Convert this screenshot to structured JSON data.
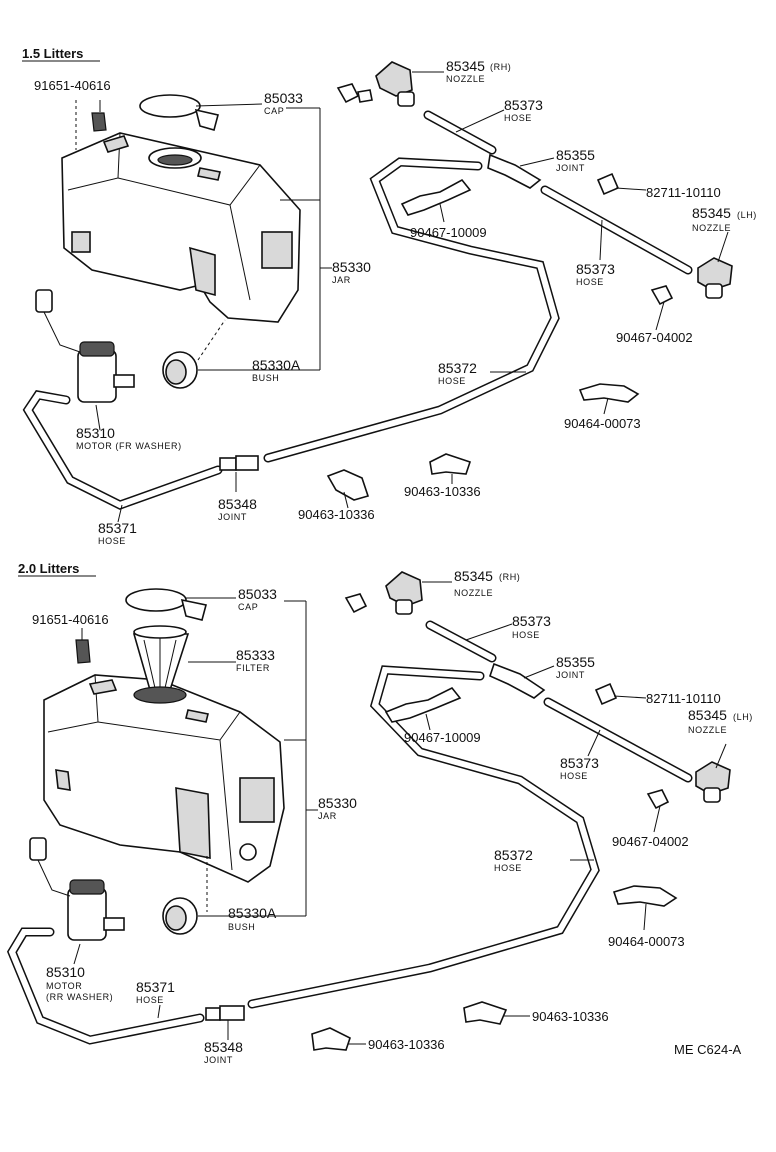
{
  "sections": [
    {
      "title": "1.5 Litters",
      "labels": {
        "bolt": "91651-40616",
        "cap_no": "85033",
        "cap_nm": "CAP",
        "jar_no": "85330",
        "jar_nm": "JAR",
        "bush_no": "85330A",
        "bush_nm": "BUSH",
        "motor_no": "85310",
        "motor_nm": "MOTOR (FR WASHER)",
        "hose371_no": "85371",
        "hose371_nm": "HOSE",
        "joint348_no": "85348",
        "joint348_nm": "JOINT",
        "clamp336a": "90463-10336",
        "clamp336b": "90463-10336",
        "nozzle_rh_no": "85345",
        "nozzle_rh_side": "(RH)",
        "nozzle_rh_nm": "NOZZLE",
        "hose373a_no": "85373",
        "hose373a_nm": "HOSE",
        "joint355_no": "85355",
        "joint355_nm": "JOINT",
        "clip110": "82711-10110",
        "nozzle_lh_no": "85345",
        "nozzle_lh_side": "(LH)",
        "nozzle_lh_nm": "NOZZLE",
        "clamp009": "90467-10009",
        "hose373b_no": "85373",
        "hose373b_nm": "HOSE",
        "clip002": "90467-04002",
        "hose372_no": "85372",
        "hose372_nm": "HOSE",
        "clamp073": "90464-00073"
      }
    },
    {
      "title": "2.0 Litters",
      "labels": {
        "bolt": "91651-40616",
        "cap_no": "85033",
        "cap_nm": "CAP",
        "filter_no": "85333",
        "filter_nm": "FILTER",
        "jar_no": "85330",
        "jar_nm": "JAR",
        "bush_no": "85330A",
        "bush_nm": "BUSH",
        "motor_no": "85310",
        "motor_nm1": "MOTOR",
        "motor_nm2": "(RR WASHER)",
        "hose371_no": "85371",
        "hose371_nm": "HOSE",
        "joint348_no": "85348",
        "joint348_nm": "JOINT",
        "clamp336a": "90463-10336",
        "clamp336b": "90463-10336",
        "nozzle_rh_no": "85345",
        "nozzle_rh_side": "(RH)",
        "nozzle_rh_nm": "NOZZLE",
        "hose373a_no": "85373",
        "hose373a_nm": "HOSE",
        "joint355_no": "85355",
        "joint355_nm": "JOINT",
        "clip110": "82711-10110",
        "nozzle_lh_no": "85345",
        "nozzle_lh_side": "(LH)",
        "nozzle_lh_nm": "NOZZLE",
        "clamp009": "90467-10009",
        "hose373b_no": "85373",
        "hose373b_nm": "HOSE",
        "clip002": "90467-04002",
        "hose372_no": "85372",
        "hose372_nm": "HOSE",
        "clamp073": "90464-00073"
      }
    }
  ],
  "footer_code": "ME  C624-A"
}
